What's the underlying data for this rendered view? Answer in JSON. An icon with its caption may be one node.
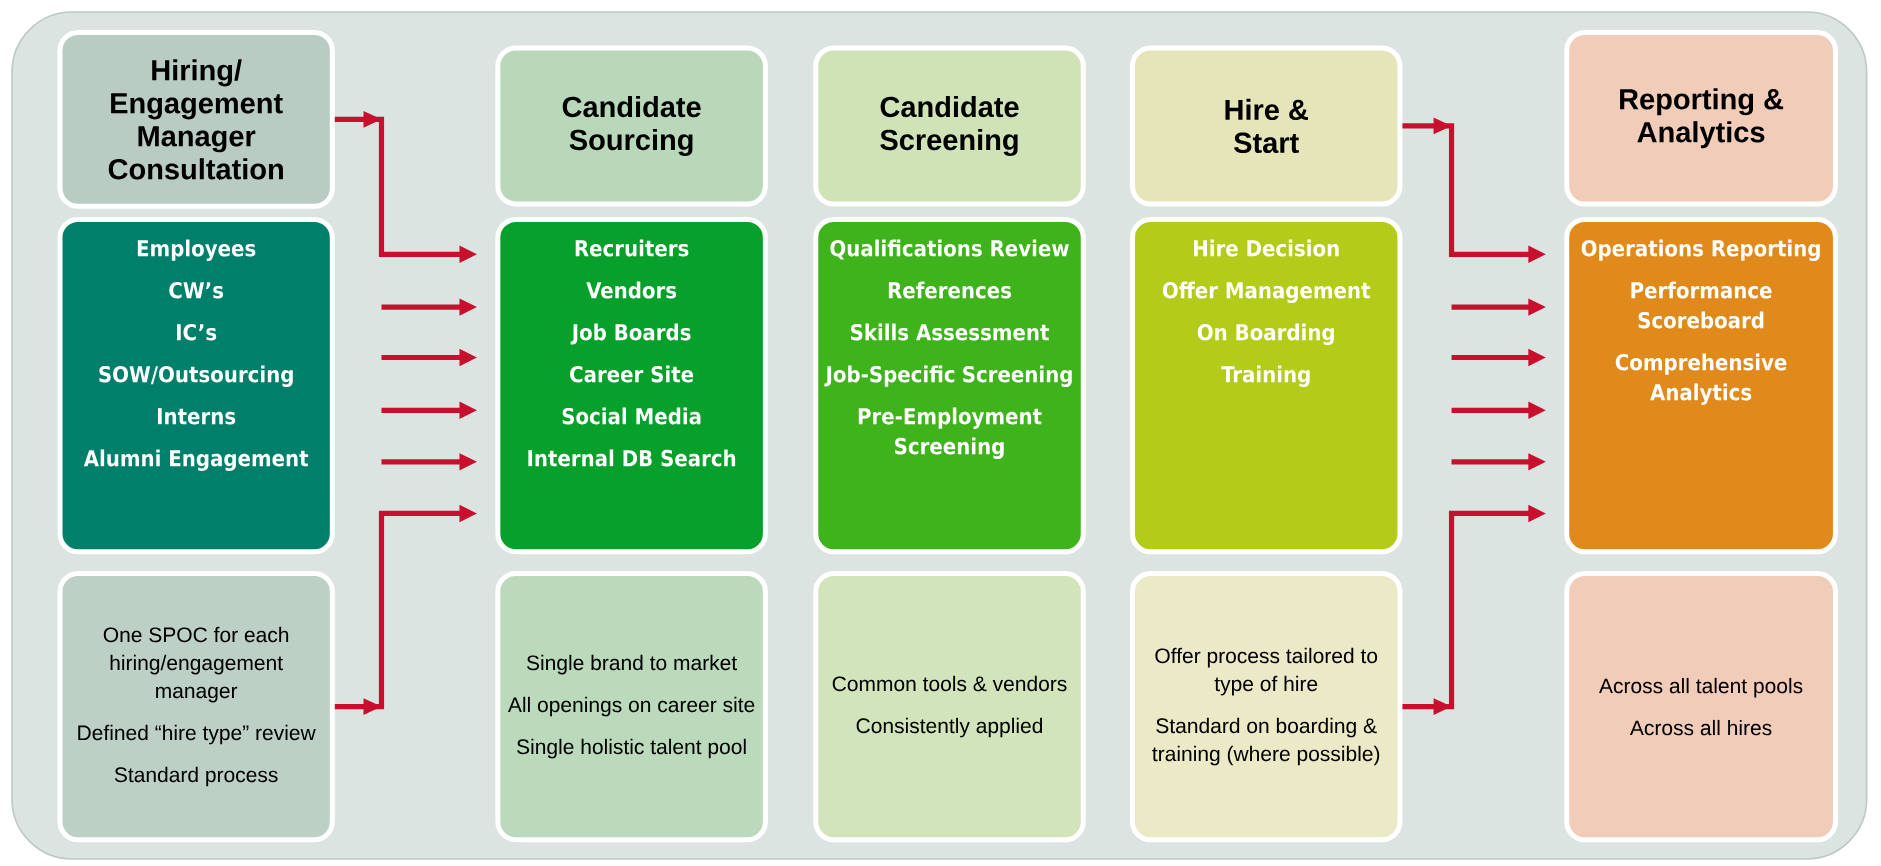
{
  "diagram": {
    "nodes": [
      {
        "text": [
          "Hiring/ Engagement Manager Consultation"
        ]
      },
      {
        "text": [
          "Employees",
          "CW’s",
          "IC’s",
          "SOW/Outsourcing",
          "Interns",
          "Alumni Engagement"
        ]
      },
      {
        "text": [
          "One SPOC for each hiring/engagement manager",
          "Defined “hire type” review",
          "Standard process"
        ]
      },
      {
        "text": [
          "Candidate Sourcing"
        ]
      },
      {
        "text": [
          "Recruiters",
          "Vendors",
          "Job Boards",
          "Career Site",
          "Social Media",
          "Internal DB Search"
        ]
      },
      {
        "text": [
          "Single brand to market",
          "All openings on career site",
          "Single holistic talent pool"
        ]
      },
      {
        "text": [
          "Candidate Screening"
        ]
      },
      {
        "text": [
          "Qualifications Review",
          "References",
          "Skills Assessment",
          "Job-Specific Screening",
          "Pre-Employment Screening"
        ]
      },
      {
        "text": [
          "Common tools & vendors",
          "Consistently applied"
        ]
      },
      {
        "text": [
          "Hire & Start"
        ]
      },
      {
        "text": [
          "Hire Decision",
          "Offer Management",
          "On Boarding",
          "Training"
        ]
      },
      {
        "text": [
          "Offer process tailored to type of hire",
          "Standard on boarding & training (where possible)"
        ]
      },
      {
        "text": [
          "Reporting & Analytics"
        ]
      },
      {
        "text": [
          "Operations Reporting",
          "Performance Scoreboard",
          "Comprehensive Analytics"
        ]
      },
      {
        "text": [
          "Across all talent pools",
          "Across all hires"
        ]
      }
    ],
    "edges": [
      {
        "from": 0,
        "to": 4,
        "arrow": "to"
      },
      {
        "from": 2,
        "to": 4,
        "arrow": "to"
      },
      {
        "from": 9,
        "to": 13,
        "arrow": "to"
      },
      {
        "from": 11,
        "to": 13,
        "arrow": "to"
      }
    ]
  }
}
